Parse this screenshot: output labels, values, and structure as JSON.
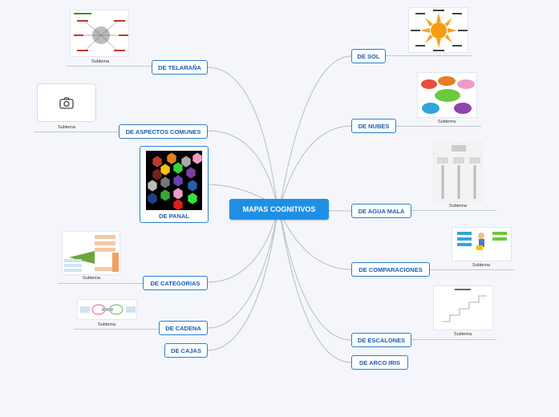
{
  "central": {
    "title": "MAPAS COGNITIVOS"
  },
  "left_topics": [
    {
      "label": "DE TELARAÑA",
      "subtopic": "Subtema"
    },
    {
      "label": "DE ASPECTOS COMUNES",
      "subtopic": "Subtema"
    },
    {
      "label": "DE PANAL"
    },
    {
      "label": "DE CATEGORIAS",
      "subtopic": "Subtema"
    },
    {
      "label": "DE CADENA",
      "subtopic": "Subtema"
    },
    {
      "label": "DE CAJAS"
    }
  ],
  "right_topics": [
    {
      "label": "DE SOL"
    },
    {
      "label": "DE NUBES",
      "subtopic": "Subtema"
    },
    {
      "label": "DE AGUA MALA",
      "subtopic": "Subtema"
    },
    {
      "label": "DE COMPARACIONES",
      "subtopic": "Subtema"
    },
    {
      "label": "DE ESCALONES",
      "subtopic": "Subtema"
    },
    {
      "label": "DE ARCO IRIS"
    }
  ],
  "colors": {
    "central_fill": "#1f8fe6",
    "topic_border": "#2a7fd0",
    "topic_text": "#1b5fae",
    "link": "#b8bcc4"
  },
  "icons": {
    "image_placeholder": "camera-icon"
  }
}
